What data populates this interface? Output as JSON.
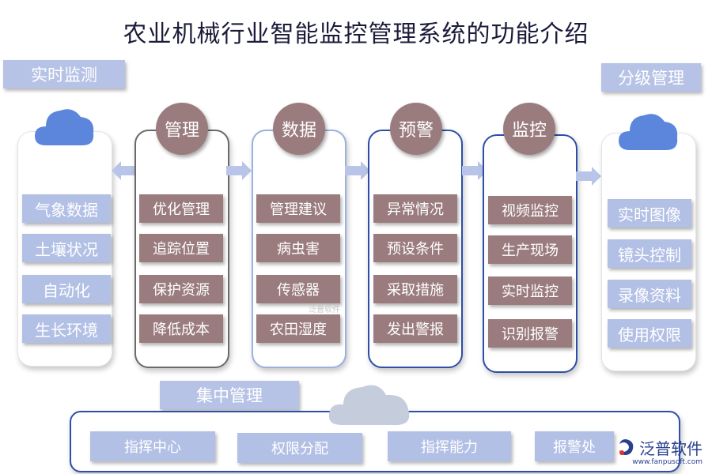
{
  "title": "农业机械行业智能监控管理系统的功能介绍",
  "left_label": "实时监测",
  "right_label": "分级管理",
  "bottom_label": "集中管理",
  "left_items": [
    "气象数据",
    "土壤状况",
    "自动化",
    "生长环境"
  ],
  "columns": [
    {
      "head": "管理",
      "items": [
        "优化管理",
        "追踪位置",
        "保护资源",
        "降低成本"
      ]
    },
    {
      "head": "数据",
      "items": [
        "管理建议",
        "病虫害",
        "传感器",
        "农田湿度"
      ]
    },
    {
      "head": "预警",
      "items": [
        "异常情况",
        "预设条件",
        "采取措施",
        "发出警报"
      ]
    },
    {
      "head": "监控",
      "items": [
        "视频监控",
        "生产现场",
        "实时监控",
        "识别报警"
      ]
    }
  ],
  "right_items": [
    "实时图像",
    "镜头控制",
    "录像资料",
    "使用权限"
  ],
  "bottom_items": [
    "指挥中心",
    "权限分配",
    "指挥能力",
    "报警处"
  ],
  "brand": {
    "name": "泛普软件",
    "url": "www.fanpusoft.com"
  },
  "watermark": "泛普软件",
  "colors": {
    "label_blue": "#b7c3e6",
    "mauve": "#9b7c7e",
    "cloud_blue": "#5b86dc",
    "cloud_gray": "#c5ccdb"
  }
}
